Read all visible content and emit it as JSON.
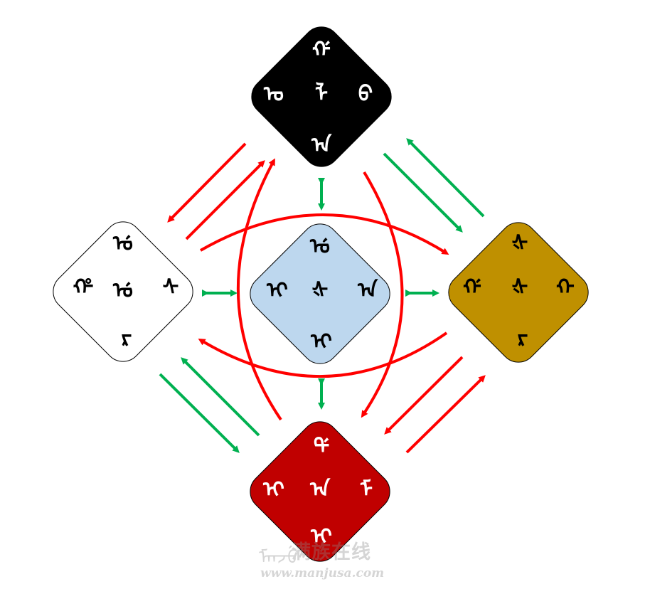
{
  "colors": {
    "red_arrow": "#ff0000",
    "green_arrow": "#00b050",
    "black_diamond": "#000000",
    "white_diamond": "#ffffff",
    "center_diamond": "#bdd7ee",
    "gold_diamond": "#bf9000",
    "red_diamond": "#c00000"
  },
  "nodes": {
    "top": {
      "glyphs": [
        "ᡤ",
        "ᠣ",
        "ᠯ",
        "ᠪ",
        "ᠠ"
      ]
    },
    "left": {
      "glyphs": [
        "ᡠ",
        "ᡥ",
        "ᡠ",
        "ᠰ",
        "ᡵ"
      ]
    },
    "center": {
      "glyphs": [
        "ᡠ",
        "ᡳ",
        "ᡧ",
        "ᠠ",
        "ᡳ"
      ]
    },
    "right": {
      "glyphs": [
        "ᡧ",
        "ᡤ",
        "ᡧ",
        "ᡴ",
        "ᡵ"
      ]
    },
    "bottom": {
      "glyphs": [
        "ᡩ",
        "ᡳ",
        "ᠠ",
        "ᠮ",
        "ᡳ"
      ]
    }
  },
  "watermark": {
    "script": "ᠮᠠᠨᠵᡠ",
    "title": "满族在线",
    "url": "www.manjusa.com"
  }
}
